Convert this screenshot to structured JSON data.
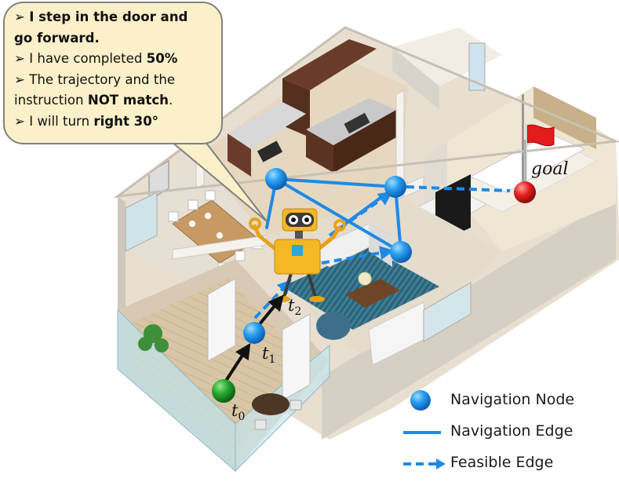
{
  "bubble": {
    "line1_bold": "I step in the door and",
    "line2_bold": "go forward.",
    "line3_text": "I have completed ",
    "line3_bold": "50%",
    "line4_text": "The trajectory and the",
    "line5_text": "instruction ",
    "line5_bold": "NOT match",
    "line5_end": ".",
    "line6_text": "I will turn ",
    "line6_bold": "right 30°",
    "bullet": "➢"
  },
  "labels": {
    "goal": "goal",
    "t0": "t",
    "t0_sub": "0",
    "t1": "t",
    "t1_sub": "1",
    "t2": "t",
    "t2_sub": "2"
  },
  "legend": {
    "node": "Navigation Node",
    "edge": "Navigation Edge",
    "feasible": "Feasible Edge"
  },
  "colors": {
    "node_blue": "#1e90e0",
    "edge_blue": "#1e8ae6",
    "start_green": "#1f9a2a",
    "goal_red": "#e01818",
    "trajectory": "#111111",
    "bubble_fill": "#fbf0c9"
  }
}
